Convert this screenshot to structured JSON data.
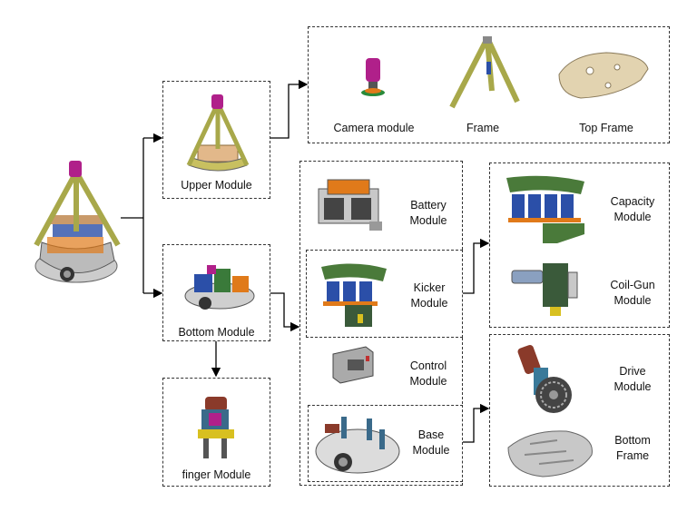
{
  "modules": {
    "upper": "Upper Module",
    "bottom": "Bottom Module",
    "finger": "finger Module",
    "camera": "Camera module",
    "frame": "Frame",
    "top_frame": "Top Frame",
    "battery": [
      "Battery",
      "Module"
    ],
    "kicker": [
      "Kicker",
      "Module"
    ],
    "control": [
      "Control",
      "Module"
    ],
    "base": [
      "Base",
      "Module"
    ],
    "capacity": [
      "Capacity",
      "Module"
    ],
    "coilgun": [
      "Coil-Gun",
      "Module"
    ],
    "drive": [
      "Drive",
      "Module"
    ],
    "bottom_frame": [
      "Bottom",
      "Frame"
    ]
  },
  "colors": {
    "olive": "#a8a84a",
    "magenta": "#b0208a",
    "orange": "#e07a1a",
    "blue": "#2b4fa8",
    "grey": "#9a9a9a",
    "tan": "#e2d3b0",
    "dark": "#333333"
  }
}
